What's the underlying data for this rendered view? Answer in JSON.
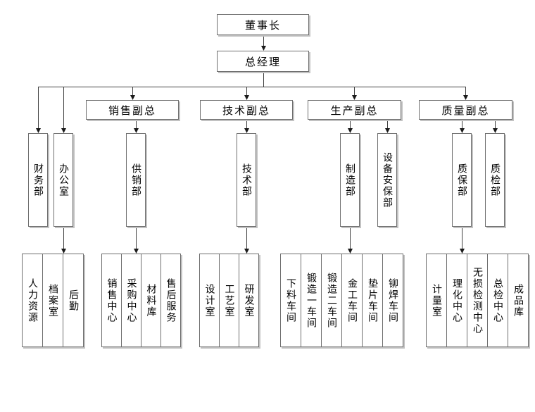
{
  "org": {
    "chairman": "董事长",
    "general_manager": "总经理",
    "vps": [
      {
        "label": "销售副总"
      },
      {
        "label": "技术副总"
      },
      {
        "label": "生产副总"
      },
      {
        "label": "质量副总"
      }
    ],
    "departments": [
      {
        "label": "财务部"
      },
      {
        "label": "办公室"
      },
      {
        "label": "供销部"
      },
      {
        "label": "技术部"
      },
      {
        "label": "制造部"
      },
      {
        "label": "设备安保部"
      },
      {
        "label": "质保部"
      },
      {
        "label": "质检部"
      }
    ],
    "units": {
      "office": [
        "人力资源",
        "档案室",
        "后勤"
      ],
      "supply": [
        "销售中心",
        "采购中心",
        "材料库",
        "售后服务"
      ],
      "technology": [
        "设计室",
        "工艺室",
        "研发室"
      ],
      "manufacturing": [
        "下料车间",
        "锻造一车间",
        "锻造二车间",
        "金工车间",
        "垫片车间",
        "铆焊车间"
      ],
      "quality": [
        "计量室",
        "理化中心",
        "无损检测中心",
        "总检中心",
        "成品库"
      ]
    }
  },
  "colors": {
    "background": "#ffffff",
    "box_border": "#6e6e6e",
    "box_shadow": "#c2c2c2",
    "connector_line": "#404040",
    "arrowhead": "#1a1a1a",
    "text": "#000000"
  }
}
